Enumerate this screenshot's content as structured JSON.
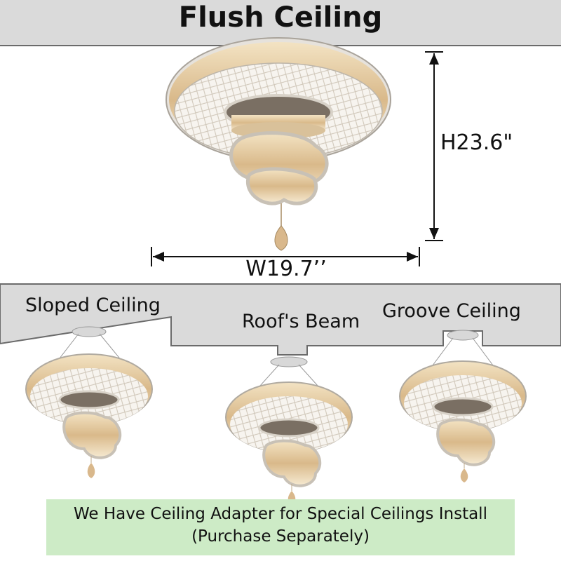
{
  "header": {
    "title": "Flush Ceiling"
  },
  "dimensions": {
    "height": "H23.6\"",
    "width": "W19.7’’"
  },
  "install_types": [
    {
      "label": "Sloped Ceiling"
    },
    {
      "label": "Roof's Beam"
    },
    {
      "label": "Groove Ceiling"
    }
  ],
  "note": {
    "line1": "We Have Ceiling Adapter for Special Ceilings Install",
    "line2": "(Purchase Separately)"
  },
  "colors": {
    "header_band": "#dadada",
    "ceiling_band": "#dadada",
    "note_box": "#cdebc6",
    "crystal": "#e8cfa3"
  }
}
